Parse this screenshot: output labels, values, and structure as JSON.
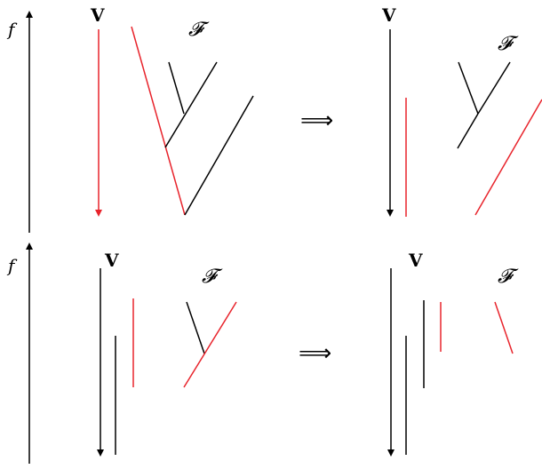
{
  "labels": {
    "f": "f",
    "V": "V",
    "F": "𝓕",
    "implies": "⟹"
  },
  "colors": {
    "black": "#000000",
    "red": "#e8242c"
  }
}
